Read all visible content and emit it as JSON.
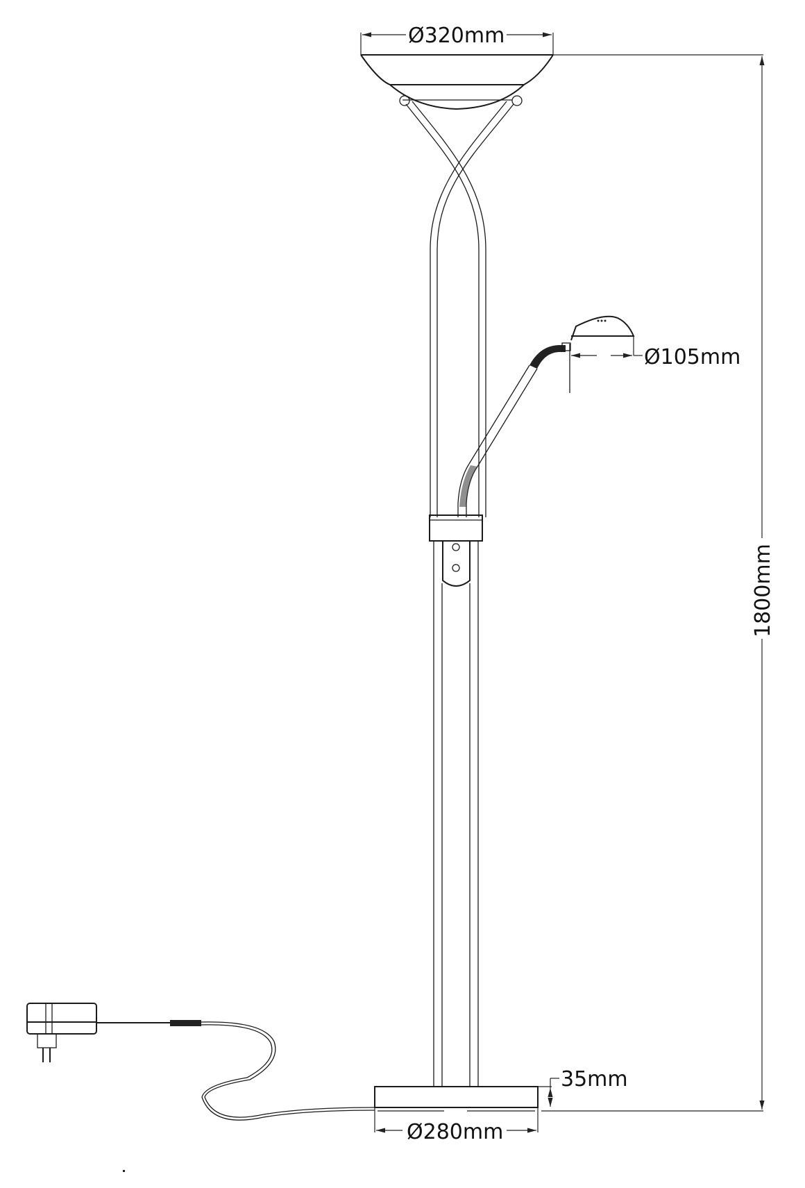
{
  "diagram": {
    "subject": "floor lamp with reading arm",
    "dimensions": {
      "top_shade_diameter": "Ø320mm",
      "reading_head_diameter": "Ø105mm",
      "total_height": "1800mm",
      "base_height": "35mm",
      "base_diameter": "Ø280mm"
    },
    "colors": {
      "line": "#1a1a1a",
      "background": "#ffffff"
    }
  }
}
